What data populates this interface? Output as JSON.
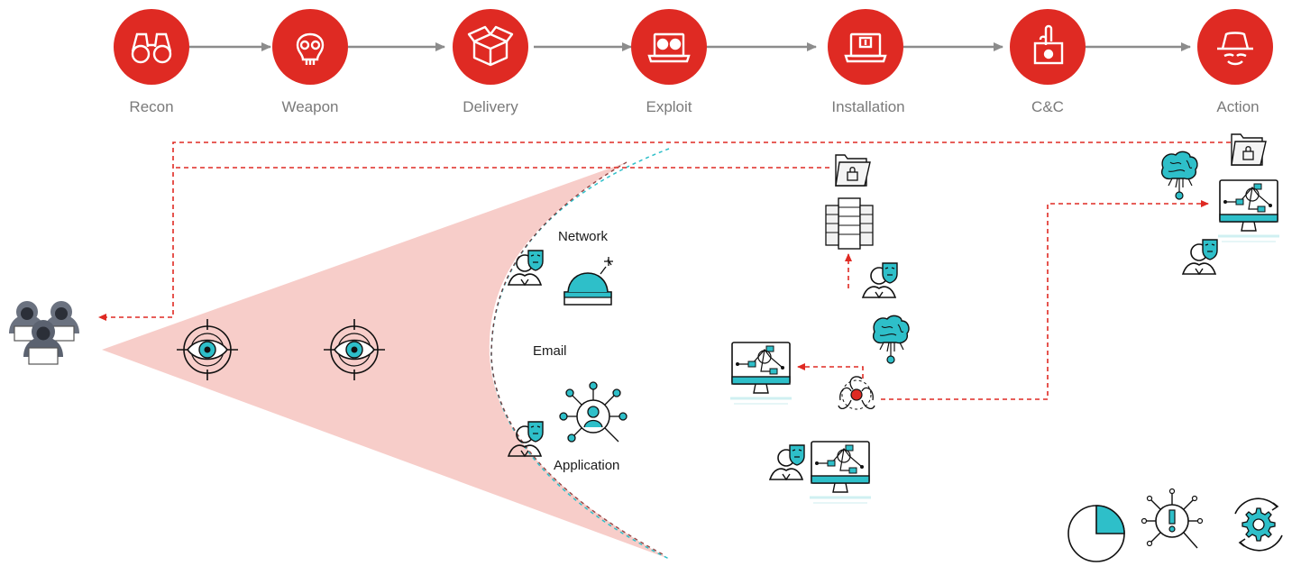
{
  "kill_chain": {
    "stages": [
      {
        "label": "Recon",
        "icon": "binoculars-icon"
      },
      {
        "label": "Weapon",
        "icon": "skull-icon"
      },
      {
        "label": "Delivery",
        "icon": "package-box-icon"
      },
      {
        "label": "Exploit",
        "icon": "laptop-skulls-icon"
      },
      {
        "label": "Installation",
        "icon": "laptop-alert-icon"
      },
      {
        "label": "C&C",
        "icon": "hand-laptop-icon"
      },
      {
        "label": "Action",
        "icon": "spy-hat-icon"
      }
    ]
  },
  "attack_surface": {
    "labels": {
      "network": "Network",
      "email": "Email",
      "application": "Application"
    }
  },
  "colors": {
    "accent_red": "#df2a23",
    "teal": "#2ebfc9",
    "cone_fill": "#f7cdc9",
    "arrow_grey": "#8c8c8c",
    "hacker_grey": "#6b7280"
  }
}
